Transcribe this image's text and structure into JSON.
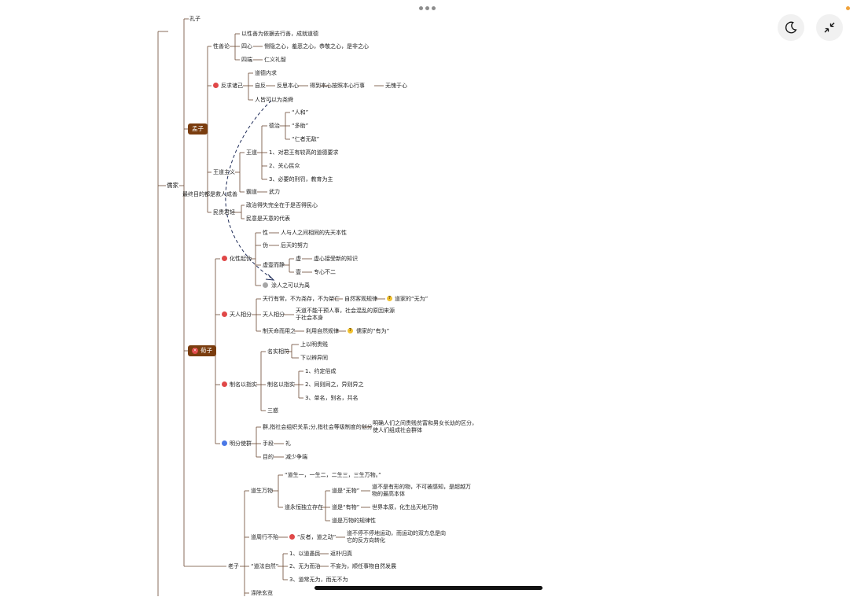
{
  "toolbar": {
    "menu_icon": "more-horizontal-icon",
    "dark_mode_icon": "moon-icon",
    "collapse_icon": "collapse-icon",
    "status_color": "#f0a23a"
  },
  "mindmap": {
    "root": "儒家",
    "kongzi": "孔子",
    "mengzi": "孟子",
    "xunzi": "荀子",
    "xunzi_badge": "×",
    "laozi": "老子",
    "colors": {
      "pill": "#7a3d0f",
      "line": "#6d4a33",
      "red_dot": "#e04848",
      "blue_dot": "#4a78e6"
    },
    "mengzi_branches": {
      "xingshan": {
        "label": "性善论",
        "items": [
          "以性善为依据去行善，成就道德",
          "四心",
          "四端"
        ],
        "sixin_detail": "恻隐之心，羞恶之心，恭敬之心，是非之心",
        "siduan_detail": "仁义礼智"
      },
      "fanqiu": {
        "label": "反求诸己",
        "items": [
          "道德内求",
          "自反",
          "人皆可以为尧舜"
        ],
        "zifan_chain": [
          "反思本心",
          "得到本心",
          "按照本心行事",
          "无愧于心"
        ]
      },
      "wangdao": {
        "label": "王道主义",
        "note": "最终目的都是救人成善",
        "dezhi": "德治",
        "dezhi_items": [
          "“人和”",
          "“多助”",
          "“仁者无敌”"
        ],
        "wangdao_label": "王道",
        "wangdao_items": [
          "1、对君王有较高的道德要求",
          "2、关心民众",
          "3、必要的刑罚，教育为主"
        ],
        "badao": "霸道",
        "badao_detail": "武力"
      },
      "minguijunqing": {
        "label": "民贵君轻",
        "items": [
          "政治得失完全在于是否得民心",
          "民意是天意的代表"
        ]
      }
    },
    "xunzi_branches": {
      "huaxing": {
        "label": "化性起伪",
        "items": [
          "性",
          "伪",
          "虚壹而静",
          "涂人之可以为禹"
        ],
        "xing_detail": "人与人之间相同的先天本性",
        "wei_detail": "后天的努力",
        "xu": "虚",
        "xu_detail": "虚心接受新的知识",
        "yi": "壹",
        "yi_detail": "专心不二"
      },
      "tianren": {
        "label": "天人相分",
        "items": [
          "天行有常，不为尧存，不为桀亡",
          "天人相分",
          "制天命而用之"
        ],
        "tianxing_chain": "自然客观规律",
        "daojia": "道家的“无为”",
        "tianren_detail": "天道不能干预人事，社会混乱的原因来源于社会本身",
        "zhitian_chain": "利用自然规律",
        "rujia": "儒家的“有为”"
      },
      "zhiming": {
        "label": "制名以指实",
        "mingshi": "名实相符",
        "mingshi_items": [
          "上以明贵贱",
          "下以辨异同"
        ],
        "zhiming_sub": "制名以指实",
        "zhiming_items": [
          "1、约定俗成",
          "2、同则同之，异则异之",
          "3、单名，别名，共名"
        ],
        "sanhuo": "三惑"
      },
      "mingfen": {
        "label": "明分使群",
        "qun": "群,指社会组织关系;分,指社会等级制度的划分",
        "qun_detail": "明确人们之间贵贱贫富和男女长幼的区分，使人们组成社会群体",
        "shouduan": "手段",
        "shouduan_detail": "礼",
        "mudi": "目的",
        "mudi_detail": "减少争端"
      }
    },
    "laozi_branches": {
      "daosheng": {
        "label": "道生万物",
        "quote": "“道生一，一生二，二生三，三生万物。”",
        "yongheng": "道永恒独立存在",
        "wu": "道是“无物”",
        "wu_detail": "道不是有形的物，不可被感知，是超越万物的最高本体",
        "you": "道是“有物”",
        "you_detail": "世界本原，化生出天地万物",
        "guilv": "道是万物的规律性"
      },
      "zhouxing": {
        "label": "道周行不殆",
        "fanzhe": "“反者，道之动”",
        "fanzhe_detail": "道不停不停地运动，而运动的双方总是向它的反方向转化"
      },
      "fazi": {
        "label": "“道法自然”",
        "items": [
          "1、以道愚民",
          "2、无为而治",
          "3、道常无为，而无不为"
        ],
        "yumin_detail": "返朴归真",
        "wuwei_detail": "不妄为，顺任事物自然发展"
      },
      "dichu": "涤除玄览"
    }
  }
}
